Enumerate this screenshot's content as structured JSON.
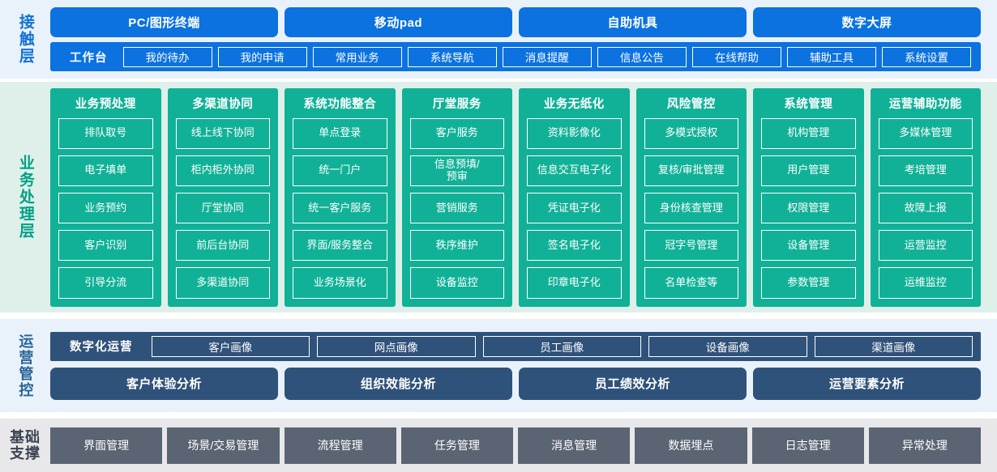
{
  "layers": {
    "contact": {
      "label": "接触层",
      "devices": [
        "PC/图形终端",
        "移动pad",
        "自助机具",
        "数字大屏"
      ],
      "nav_home": "工作台",
      "nav_items": [
        "我的待办",
        "我的申请",
        "常用业务",
        "系统导航",
        "消息提醒",
        "信息公告",
        "在线帮助",
        "辅助工具",
        "系统设置"
      ],
      "bg_color": "#e9f2fb",
      "accent_color": "#0b72e0"
    },
    "business": {
      "label": "业务处理层",
      "bg_color": "#dff0eb",
      "accent_color": "#11b197",
      "columns": [
        {
          "title": "业务预处理",
          "items": [
            "排队取号",
            "电子填单",
            "业务预约",
            "客户识别",
            "引导分流"
          ]
        },
        {
          "title": "多渠道协同",
          "items": [
            "线上线下协同",
            "柜内柜外协同",
            "厅堂协同",
            "前后台协同",
            "多渠道协同"
          ]
        },
        {
          "title": "系统功能整合",
          "items": [
            "单点登录",
            "统一门户",
            "统一客户服务",
            "界面/服务整合",
            "业务场景化"
          ]
        },
        {
          "title": "厅堂服务",
          "items": [
            "客户服务",
            "信息预填/\n预审",
            "营销服务",
            "秩序维护",
            "设备监控"
          ]
        },
        {
          "title": "业务无纸化",
          "items": [
            "资料影像化",
            "信息交互电子化",
            "凭证电子化",
            "签名电子化",
            "印章电子化"
          ]
        },
        {
          "title": "风险管控",
          "items": [
            "多模式授权",
            "复核/审批管理",
            "身份核查管理",
            "冠字号管理",
            "名单检查等"
          ]
        },
        {
          "title": "系统管理",
          "items": [
            "机构管理",
            "用户管理",
            "权限管理",
            "设备管理",
            "参数管理"
          ]
        },
        {
          "title": "运营辅助功能",
          "items": [
            "多媒体管理",
            "考培管理",
            "故障上报",
            "运营监控",
            "运维监控"
          ]
        }
      ]
    },
    "operations": {
      "label": "运营管控",
      "bg_color": "#e9f2fb",
      "accent_color": "#2f527a",
      "digital_title": "数字化运营",
      "portraits": [
        "客户画像",
        "网点画像",
        "员工画像",
        "设备画像",
        "渠道画像"
      ],
      "analyses": [
        "客户体验分析",
        "组织效能分析",
        "员工绩效分析",
        "运营要素分析"
      ]
    },
    "base": {
      "label": "基础\n支撑",
      "bg_color": "#e8e8ea",
      "accent_color": "#5b6472",
      "items": [
        "界面管理",
        "场景/交易管理",
        "流程管理",
        "任务管理",
        "消息管理",
        "数据埋点",
        "日志管理",
        "异常处理"
      ]
    }
  }
}
